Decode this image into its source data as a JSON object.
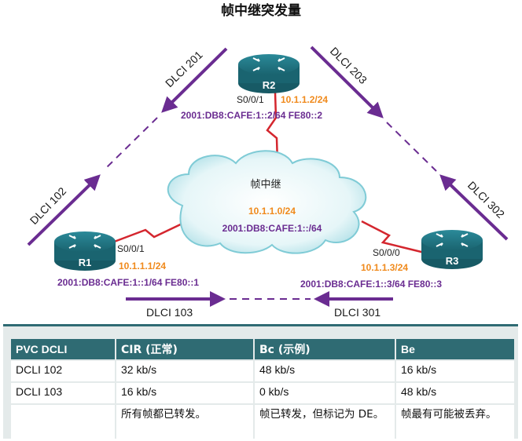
{
  "title": "帧中继突发量",
  "cloud_label": "帧中继",
  "cloud_ipv4": "10.1.1.0/24",
  "cloud_ipv6": "2001:DB8:CAFE:1::/64",
  "routers": {
    "r1": {
      "name": "R1",
      "iface": "S0/0/1",
      "ipv4": "10.1.1.1/24",
      "ipv6": "2001:DB8:CAFE:1::1/64 FE80::1"
    },
    "r2": {
      "name": "R2",
      "iface": "S0/0/1",
      "ipv4": "10.1.1.2/24",
      "ipv6": "2001:DB8:CAFE:1::2/64 FE80::2"
    },
    "r3": {
      "name": "R3",
      "iface": "S0/0/0",
      "ipv4": "10.1.1.3/24",
      "ipv6": "2001:DB8:CAFE:1::3/64 FE80::3"
    }
  },
  "dlci": {
    "d201": "DLCI 201",
    "d203": "DLCI 203",
    "d102": "DLCI 102",
    "d302": "DLCI 302",
    "d103": "DLCI 103",
    "d301": "DLCI 301"
  },
  "colors": {
    "pvc": "#6a2c91",
    "ipv4": "#f08a1c",
    "serial_link": "#d4262e",
    "cloud": "#bfe6ec",
    "router": "#1d6f7d",
    "table_header": "#2f6b73"
  },
  "table": {
    "headers": [
      "PVC DCLI",
      "CIR (正常)",
      "Bc (示例)",
      "Be"
    ],
    "rows": [
      [
        "DCLI 102",
        "32 kb/s",
        "48 kb/s",
        "16 kb/s"
      ],
      [
        "DCLI 103",
        "16 kb/s",
        "0 kb/s",
        "48 kb/s"
      ],
      [
        "",
        "所有帧都已转发。",
        "帧已转发，但标记为 DE。",
        "帧最有可能被丢弃。"
      ]
    ]
  }
}
